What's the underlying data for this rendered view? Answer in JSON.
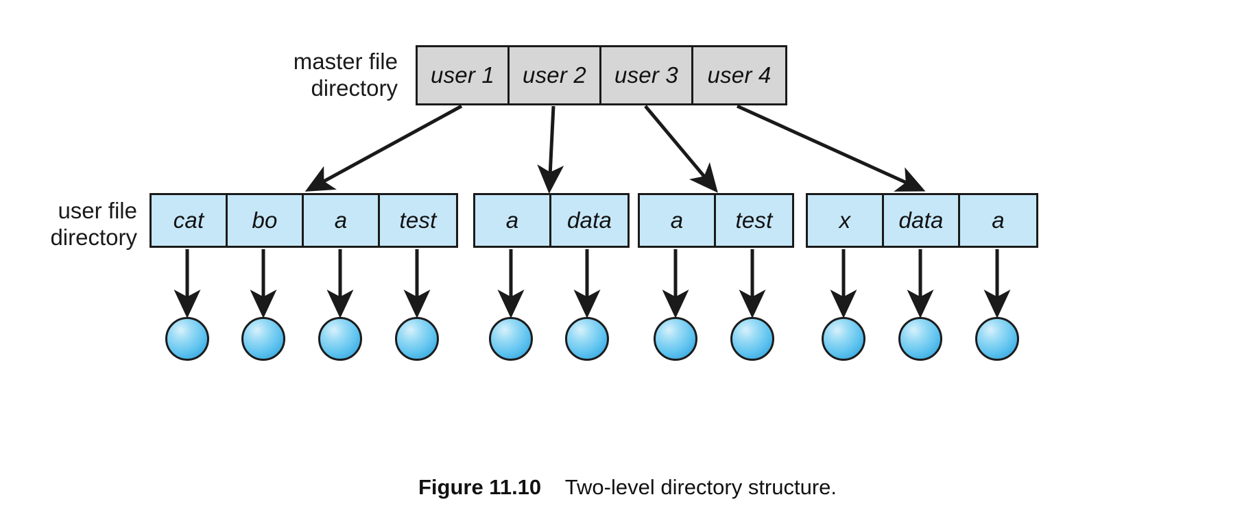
{
  "figure": {
    "number": "Figure 11.10",
    "title": "Two-level directory structure."
  },
  "labels": {
    "master_file_directory": "master file\ndirectory",
    "user_file_directory": "user file\ndirectory"
  },
  "colors": {
    "master_cell_fill": "#d6d6d6",
    "user_cell_fill": "#c6e7f8",
    "stroke": "#1a1a1a",
    "node_fill": "#5fc3ef",
    "background": "#ffffff"
  },
  "master_directory": {
    "entries": [
      {
        "label": "user 1"
      },
      {
        "label": "user 2"
      },
      {
        "label": "user 3"
      },
      {
        "label": "user 4"
      }
    ]
  },
  "user_directories": [
    {
      "owner": "user 1",
      "entries": [
        {
          "label": "cat"
        },
        {
          "label": "bo"
        },
        {
          "label": "a"
        },
        {
          "label": "test"
        }
      ]
    },
    {
      "owner": "user 2",
      "entries": [
        {
          "label": "a"
        },
        {
          "label": "data"
        }
      ]
    },
    {
      "owner": "user 3",
      "entries": [
        {
          "label": "a"
        },
        {
          "label": "test"
        }
      ]
    },
    {
      "owner": "user 4",
      "entries": [
        {
          "label": "x"
        },
        {
          "label": "data"
        },
        {
          "label": "a"
        }
      ]
    }
  ]
}
